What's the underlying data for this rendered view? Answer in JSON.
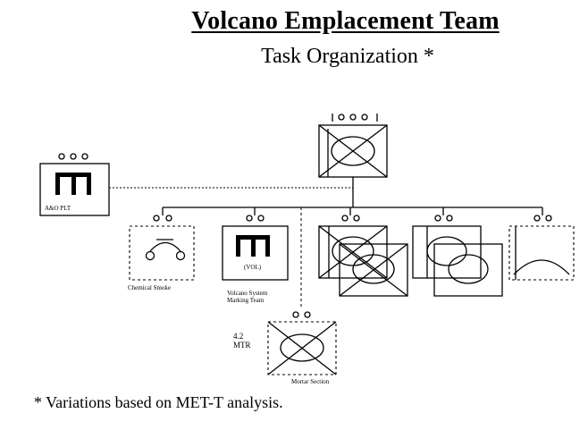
{
  "title": "Volcano Emplacement Team",
  "subtitle": "Task Organization *",
  "footnote": "* Variations based on MET-T analysis.",
  "units": {
    "aco": {
      "label": "A&O PLT"
    },
    "chemical_smoke": {
      "label": "Chemical Smoke"
    },
    "marking_team": {
      "inner": "(VOL)",
      "label_line1": "Volcano System",
      "label_line2": "Marking Team"
    },
    "mortar": {
      "size_line1": "4.2",
      "size_line2": "MTR",
      "label": "Mortar Section"
    }
  }
}
